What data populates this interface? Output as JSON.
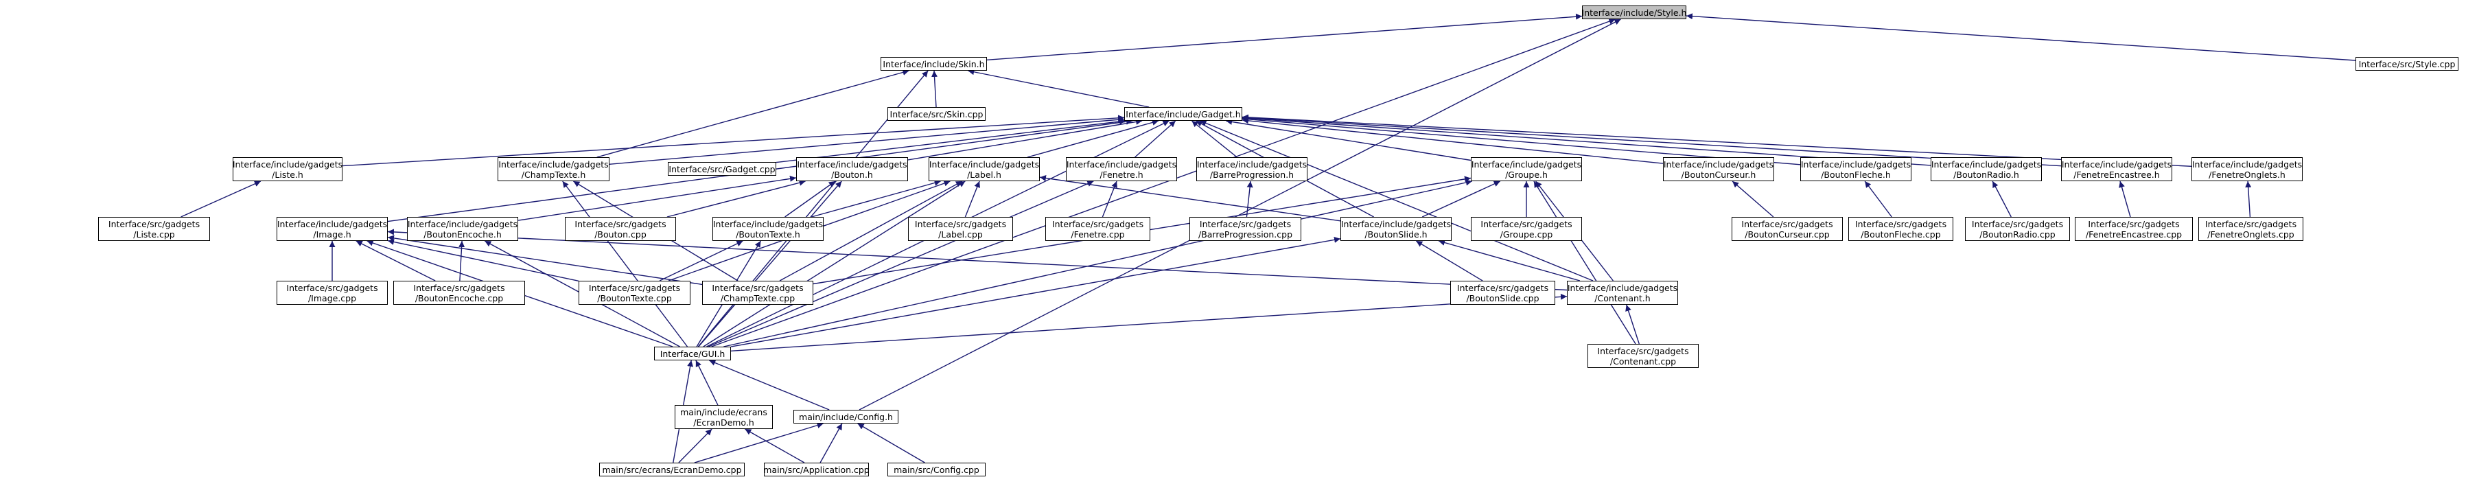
{
  "nodes": [
    {
      "id": "style_h",
      "lines": [
        "Interface/include/Style.h"
      ],
      "root": true
    },
    {
      "id": "skin_h",
      "lines": [
        "Interface/include/Skin.h"
      ]
    },
    {
      "id": "style_cpp",
      "lines": [
        "Interface/src/Style.cpp"
      ]
    },
    {
      "id": "skin_cpp",
      "lines": [
        "Interface/src/Skin.cpp"
      ]
    },
    {
      "id": "gadget_h",
      "lines": [
        "Interface/include/Gadget.h"
      ]
    },
    {
      "id": "liste_h",
      "lines": [
        "Interface/include/gadgets",
        "/Liste.h"
      ]
    },
    {
      "id": "champtexte_h",
      "lines": [
        "Interface/include/gadgets",
        "/ChampTexte.h"
      ]
    },
    {
      "id": "gadget_cpp",
      "lines": [
        "Interface/src/Gadget.cpp"
      ]
    },
    {
      "id": "bouton_h",
      "lines": [
        "Interface/include/gadgets",
        "/Bouton.h"
      ]
    },
    {
      "id": "label_h",
      "lines": [
        "Interface/include/gadgets",
        "/Label.h"
      ]
    },
    {
      "id": "fenetre_h",
      "lines": [
        "Interface/include/gadgets",
        "/Fenetre.h"
      ]
    },
    {
      "id": "barreprog_h",
      "lines": [
        "Interface/include/gadgets",
        "/BarreProgression.h"
      ]
    },
    {
      "id": "groupe_h",
      "lines": [
        "Interface/include/gadgets",
        "/Groupe.h"
      ]
    },
    {
      "id": "boutoncurseur_h",
      "lines": [
        "Interface/include/gadgets",
        "/BoutonCurseur.h"
      ]
    },
    {
      "id": "boutonfleche_h",
      "lines": [
        "Interface/include/gadgets",
        "/BoutonFleche.h"
      ]
    },
    {
      "id": "boutonradio_h",
      "lines": [
        "Interface/include/gadgets",
        "/BoutonRadio.h"
      ]
    },
    {
      "id": "fenetreencastree_h",
      "lines": [
        "Interface/include/gadgets",
        "/FenetreEncastree.h"
      ]
    },
    {
      "id": "fenetreonglets_h",
      "lines": [
        "Interface/include/gadgets",
        "/FenetreOnglets.h"
      ]
    },
    {
      "id": "liste_cpp",
      "lines": [
        "Interface/src/gadgets",
        "/Liste.cpp"
      ]
    },
    {
      "id": "image_h",
      "lines": [
        "Interface/include/gadgets",
        "/Image.h"
      ]
    },
    {
      "id": "boutonencoche_h",
      "lines": [
        "Interface/include/gadgets",
        "/BoutonEncoche.h"
      ]
    },
    {
      "id": "bouton_cpp",
      "lines": [
        "Interface/src/gadgets",
        "/Bouton.cpp"
      ]
    },
    {
      "id": "boutontexte_h",
      "lines": [
        "Interface/include/gadgets",
        "/BoutonTexte.h"
      ]
    },
    {
      "id": "label_cpp",
      "lines": [
        "Interface/src/gadgets",
        "/Label.cpp"
      ]
    },
    {
      "id": "fenetre_cpp",
      "lines": [
        "Interface/src/gadgets",
        "/Fenetre.cpp"
      ]
    },
    {
      "id": "barreprog_cpp",
      "lines": [
        "Interface/src/gadgets",
        "/BarreProgression.cpp"
      ]
    },
    {
      "id": "boutonslide_h",
      "lines": [
        "Interface/include/gadgets",
        "/BoutonSlide.h"
      ]
    },
    {
      "id": "groupe_cpp",
      "lines": [
        "Interface/src/gadgets",
        "/Groupe.cpp"
      ]
    },
    {
      "id": "boutoncurseur_cpp",
      "lines": [
        "Interface/src/gadgets",
        "/BoutonCurseur.cpp"
      ]
    },
    {
      "id": "boutonfleche_cpp",
      "lines": [
        "Interface/src/gadgets",
        "/BoutonFleche.cpp"
      ]
    },
    {
      "id": "boutonradio_cpp",
      "lines": [
        "Interface/src/gadgets",
        "/BoutonRadio.cpp"
      ]
    },
    {
      "id": "fenetreencastree_cpp",
      "lines": [
        "Interface/src/gadgets",
        "/FenetreEncastree.cpp"
      ]
    },
    {
      "id": "fenetreonglets_cpp",
      "lines": [
        "Interface/src/gadgets",
        "/FenetreOnglets.cpp"
      ]
    },
    {
      "id": "image_cpp",
      "lines": [
        "Interface/src/gadgets",
        "/Image.cpp"
      ]
    },
    {
      "id": "boutonencoche_cpp",
      "lines": [
        "Interface/src/gadgets",
        "/BoutonEncoche.cpp"
      ]
    },
    {
      "id": "boutontexte_cpp",
      "lines": [
        "Interface/src/gadgets",
        "/BoutonTexte.cpp"
      ]
    },
    {
      "id": "champtexte_cpp",
      "lines": [
        "Interface/src/gadgets",
        "/ChampTexte.cpp"
      ]
    },
    {
      "id": "boutonslide_cpp",
      "lines": [
        "Interface/src/gadgets",
        "/BoutonSlide.cpp"
      ]
    },
    {
      "id": "contenant_h",
      "lines": [
        "Interface/include/gadgets",
        "/Contenant.h"
      ]
    },
    {
      "id": "gui_h",
      "lines": [
        "Interface/GUI.h"
      ]
    },
    {
      "id": "contenant_cpp",
      "lines": [
        "Interface/src/gadgets",
        "/Contenant.cpp"
      ]
    },
    {
      "id": "ecrandemo_h",
      "lines": [
        "main/include/ecrans",
        "/EcranDemo.h"
      ]
    },
    {
      "id": "config_h",
      "lines": [
        "main/include/Config.h"
      ]
    },
    {
      "id": "ecrandemo_cpp",
      "lines": [
        "main/src/ecrans/EcranDemo.cpp"
      ]
    },
    {
      "id": "application_cpp",
      "lines": [
        "main/src/Application.cpp"
      ]
    },
    {
      "id": "config_cpp",
      "lines": [
        "main/src/Config.cpp"
      ]
    }
  ],
  "edges": [
    [
      "skin_h",
      "style_h"
    ],
    [
      "style_cpp",
      "style_h"
    ],
    [
      "gui_h",
      "style_h"
    ],
    [
      "config_h",
      "style_h"
    ],
    [
      "skin_cpp",
      "skin_h"
    ],
    [
      "gadget_h",
      "skin_h"
    ],
    [
      "champtexte_h",
      "skin_h"
    ],
    [
      "gui_h",
      "skin_h"
    ],
    [
      "liste_h",
      "gadget_h"
    ],
    [
      "champtexte_h",
      "gadget_h"
    ],
    [
      "gadget_cpp",
      "gadget_h"
    ],
    [
      "bouton_h",
      "gadget_h"
    ],
    [
      "label_h",
      "gadget_h"
    ],
    [
      "fenetre_h",
      "gadget_h"
    ],
    [
      "barreprog_h",
      "gadget_h"
    ],
    [
      "groupe_h",
      "gadget_h"
    ],
    [
      "boutoncurseur_h",
      "gadget_h"
    ],
    [
      "boutonfleche_h",
      "gadget_h"
    ],
    [
      "boutonradio_h",
      "gadget_h"
    ],
    [
      "fenetreencastree_h",
      "gadget_h"
    ],
    [
      "fenetreonglets_h",
      "gadget_h"
    ],
    [
      "image_h",
      "gadget_h"
    ],
    [
      "boutonslide_h",
      "gadget_h"
    ],
    [
      "contenant_h",
      "gadget_h"
    ],
    [
      "gui_h",
      "gadget_h"
    ],
    [
      "liste_cpp",
      "liste_h"
    ],
    [
      "champtexte_cpp",
      "champtexte_h"
    ],
    [
      "gui_h",
      "champtexte_h"
    ],
    [
      "boutonencoche_h",
      "bouton_h"
    ],
    [
      "bouton_cpp",
      "bouton_h"
    ],
    [
      "boutontexte_h",
      "bouton_h"
    ],
    [
      "gui_h",
      "bouton_h"
    ],
    [
      "boutontexte_h",
      "label_h"
    ],
    [
      "label_cpp",
      "label_h"
    ],
    [
      "boutonslide_h",
      "label_h"
    ],
    [
      "boutontexte_cpp",
      "label_h"
    ],
    [
      "champtexte_cpp",
      "label_h"
    ],
    [
      "gui_h",
      "label_h"
    ],
    [
      "fenetre_cpp",
      "fenetre_h"
    ],
    [
      "gui_h",
      "fenetre_h"
    ],
    [
      "barreprog_cpp",
      "barreprog_h"
    ],
    [
      "boutonslide_h",
      "groupe_h"
    ],
    [
      "groupe_cpp",
      "groupe_h"
    ],
    [
      "contenant_h",
      "groupe_h"
    ],
    [
      "gui_h",
      "groupe_h"
    ],
    [
      "contenant_cpp",
      "groupe_h"
    ],
    [
      "champtexte_cpp",
      "groupe_h"
    ],
    [
      "boutoncurseur_cpp",
      "boutoncurseur_h"
    ],
    [
      "boutonfleche_cpp",
      "boutonfleche_h"
    ],
    [
      "boutonradio_cpp",
      "boutonradio_h"
    ],
    [
      "fenetreencastree_cpp",
      "fenetreencastree_h"
    ],
    [
      "fenetreonglets_cpp",
      "fenetreonglets_h"
    ],
    [
      "image_cpp",
      "image_h"
    ],
    [
      "boutonencoche_cpp",
      "image_h"
    ],
    [
      "boutontexte_cpp",
      "image_h"
    ],
    [
      "champtexte_cpp",
      "image_h"
    ],
    [
      "contenant_h",
      "image_h"
    ],
    [
      "gui_h",
      "image_h"
    ],
    [
      "boutonencoche_cpp",
      "boutonencoche_h"
    ],
    [
      "gui_h",
      "boutonencoche_h"
    ],
    [
      "boutontexte_cpp",
      "boutontexte_h"
    ],
    [
      "gui_h",
      "boutontexte_h"
    ],
    [
      "boutonslide_cpp",
      "boutonslide_h"
    ],
    [
      "contenant_h",
      "boutonslide_h"
    ],
    [
      "gui_h",
      "boutonslide_h"
    ],
    [
      "gui_h",
      "contenant_h"
    ],
    [
      "contenant_cpp",
      "contenant_h"
    ],
    [
      "ecrandemo_h",
      "gui_h"
    ],
    [
      "config_h",
      "gui_h"
    ],
    [
      "ecrandemo_cpp",
      "gui_h"
    ],
    [
      "ecrandemo_cpp",
      "ecrandemo_h"
    ],
    [
      "application_cpp",
      "ecrandemo_h"
    ],
    [
      "ecrandemo_cpp",
      "config_h"
    ],
    [
      "application_cpp",
      "config_h"
    ],
    [
      "config_cpp",
      "config_h"
    ]
  ],
  "colors": {
    "edge": "#191970",
    "root_fill": "#bfbfbf",
    "node_fill": "#ffffff",
    "node_border": "#000000"
  }
}
